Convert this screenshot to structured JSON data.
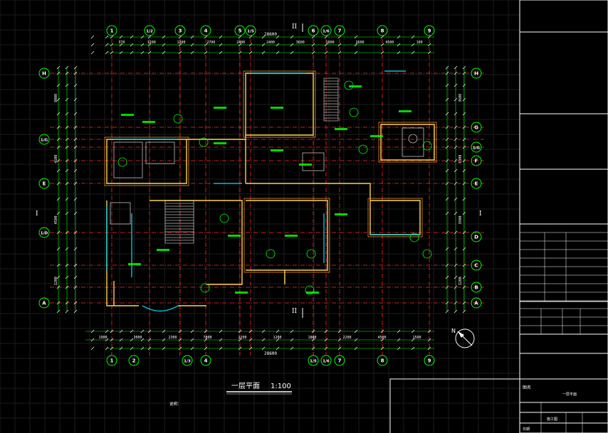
{
  "drawing": {
    "plan_title": "一层平面",
    "plan_scale": "1:100",
    "section_mark": "II",
    "section_side_mark": "I",
    "north_label": "N",
    "notes": [
      {
        "prefix": "说明：",
        "text": ""
      },
      {
        "prefix": "",
        "text": ""
      }
    ],
    "axes_top": [
      "1",
      "1/2",
      "3",
      "4",
      "5",
      "1/5",
      "6",
      "1/6",
      "7",
      "8",
      "9"
    ],
    "axes_bottom": [
      "1",
      "2",
      "1/3",
      "4",
      "1/5",
      "1/6",
      "7",
      "8",
      "9"
    ],
    "axes_left": [
      "H",
      "1/G",
      "E",
      "1/D",
      "A"
    ],
    "axes_right": [
      "H",
      "G",
      "1/G",
      "F",
      "E",
      "D",
      "C",
      "B",
      "A"
    ],
    "overall_dimension": "28600",
    "top_dims": [
      "370",
      "1200",
      "1200",
      "2700",
      "2400",
      "2400",
      "3600",
      "1800",
      "2600",
      "4500",
      "100"
    ],
    "bottom_dims": [
      "1900",
      "3000",
      "2300",
      "7800",
      "2200",
      "1200",
      "1800",
      "2200",
      "4500",
      "1500"
    ],
    "left_dims": [
      "8000",
      "4100",
      "4500",
      "1200"
    ],
    "right_dims": [
      "3600",
      "6300",
      "3900",
      "1200"
    ],
    "title_block": {
      "company_note": "",
      "signature_header": "",
      "sign_rows": [
        "",
        "",
        "",
        "",
        "",
        "",
        "",
        ""
      ],
      "stamp_header": "",
      "stamp_rows": [
        [
          "",
          ""
        ],
        [
          "",
          ""
        ],
        [
          "",
          ""
        ]
      ],
      "client_label": "",
      "project_label": "",
      "drawing_name_label": "图名",
      "drawing_name_value": "一层平面",
      "design_no_label": "",
      "design_no_value": "",
      "stage_label": "",
      "stage_value": "施工图",
      "sheet_label": "",
      "sheet_value": "",
      "date_label": "日期",
      "date_value": "",
      "scale_label": "",
      "scale_value": "",
      "sheet_no_label": "",
      "bottom_center": ""
    }
  }
}
